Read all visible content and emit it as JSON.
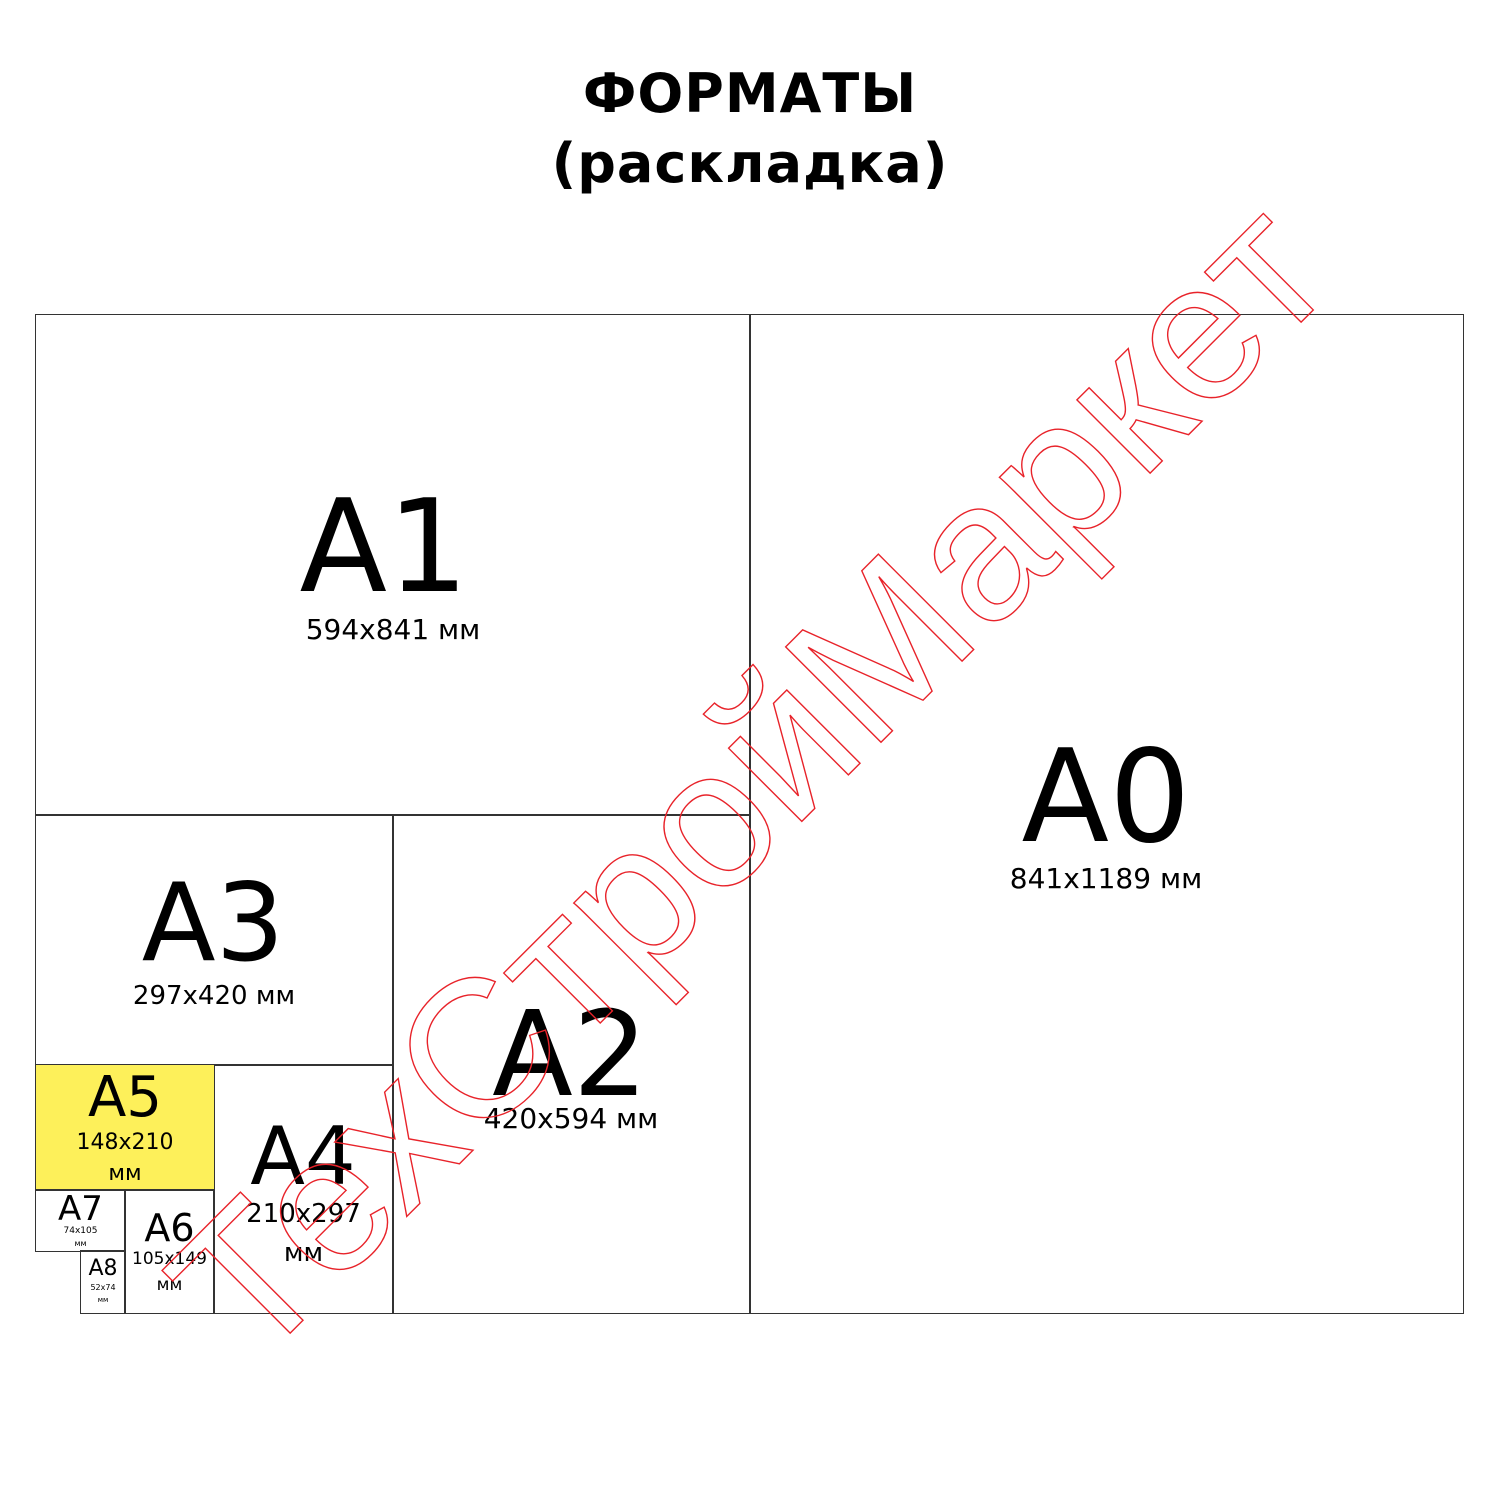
{
  "title": {
    "line1": "ФОРМАТЫ",
    "line2": "(раскладка)"
  },
  "formats": [
    {
      "name": "A0",
      "size": "841x1189 мм"
    },
    {
      "name": "A1",
      "size": "594x841 мм"
    },
    {
      "name": "A2",
      "size": "420x594 мм"
    },
    {
      "name": "A3",
      "size": "297x420 мм"
    },
    {
      "name": "A4",
      "size_line1": "210x297",
      "size_line2": "мм"
    },
    {
      "name": "A5",
      "size_line1": "148x210",
      "size_line2": "мм"
    },
    {
      "name": "A6",
      "size_line1": "105x149",
      "size_line2": "мм"
    },
    {
      "name": "A7",
      "size_line1": "74x105",
      "size_line2": "мм"
    },
    {
      "name": "A8",
      "size_line1": "52x74",
      "size_line2": "мм"
    }
  ],
  "highlight_color": "#fdf05a",
  "watermark": "ТехСтройМаркет",
  "watermark_color": "#e8232a"
}
